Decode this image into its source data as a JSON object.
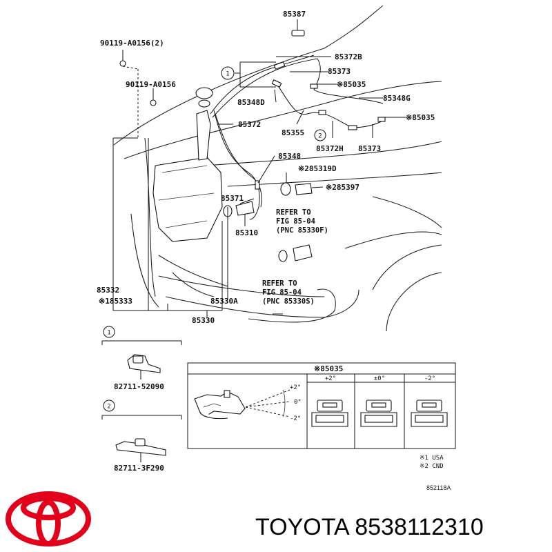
{
  "diagram": {
    "callouts": {
      "p85387": "85387",
      "p90119_a0156_2": "90119-A0156(2)",
      "p85372b": "85372B",
      "p85373_top": "85373",
      "p85035_a": "※85035",
      "p90119_a0156": "90119-A0156",
      "p85348g": "85348G",
      "p85348d": "85348D",
      "p85372": "85372",
      "p85035_b": "※85035",
      "p85355": "85355",
      "p85372h": "85372H",
      "p85373_mid": "85373",
      "p85348": "85348",
      "p85319d": "※285319D",
      "p85397": "※285397",
      "p85371": "85371",
      "p85310": "85310",
      "p85332": "85332",
      "p85333": "※185333",
      "p85330a": "85330A",
      "p85330": "85330"
    },
    "circle_labels": {
      "c1_main": "1",
      "c2_main": "2",
      "c1_legend": "1",
      "c2_legend": "2"
    },
    "refer_notes": {
      "note1_line1": "REFER TO",
      "note1_line2": "FIG 85-04",
      "note1_line3": "(PNC 85330F)",
      "note2_line1": "REFER TO",
      "note2_line2": "FIG 85-04",
      "note2_line3": "(PNC 85330S)"
    },
    "legend_parts": {
      "clip1": "82711-52090",
      "clip2": "82711-3F290"
    },
    "nozzle_table": {
      "title": "※85035",
      "col1": "+2°",
      "col2": "±0°",
      "col3": "-2°",
      "angle_plus": "+2°",
      "angle_zero": "0°",
      "angle_minus": "-2°"
    },
    "footnotes": {
      "note1": "※1 USA",
      "note2": "※2 CND"
    },
    "drawing_code": "852118A"
  },
  "branding": {
    "text": "TOYOTA 8538112310",
    "logo_color": "#e2001a"
  }
}
